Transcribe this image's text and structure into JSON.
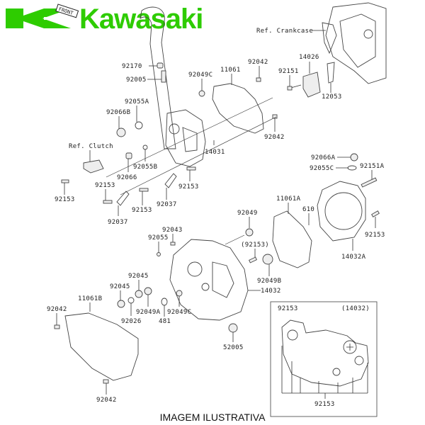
{
  "brand": {
    "name": "Kawasaki",
    "color": "#2ecc00"
  },
  "front_tag": "FRONT",
  "caption": "IMAGEM ILUSTRATIVA",
  "references": {
    "crankcase": "Ref. Crankcase",
    "clutch": "Ref. Clutch"
  },
  "inset": {
    "title": "(14032)"
  },
  "labels": {
    "p92170": "92170",
    "p92005": "92005",
    "p92049c_top": "92049C",
    "p11061": "11061",
    "p92042_top": "92042",
    "p92042_mid": "92042",
    "p92151": "92151",
    "p14026": "14026",
    "p12053": "12053",
    "p92055a": "92055A",
    "p92066b": "92066B",
    "p92055b": "92055B",
    "p92066": "92066",
    "p14031": "14031",
    "p92153_a": "92153",
    "p92153_b": "92153",
    "p92153_c": "92153",
    "p92153_d": "92153",
    "p92037_a": "92037",
    "p92037_b": "92037",
    "p92066a": "92066A",
    "p92055c": "92055C",
    "p92151a": "92151A",
    "p11061a": "11061A",
    "p610": "610",
    "p92153_e": "92153",
    "p14032a": "14032A",
    "p92049": "92049",
    "p92043": "92043",
    "p92055": "92055",
    "p92153_paren": "(92153)",
    "p92049b": "92049B",
    "p14032": "14032",
    "p92045_a": "92045",
    "p92045_b": "92045",
    "p92049a": "92049A",
    "p92049c_bot": "92049C",
    "p92026": "92026",
    "p481": "481",
    "p11061b": "11061B",
    "p92042_left": "92042",
    "p92042_bottom": "92042",
    "p52005": "52005",
    "p92153_inset_top": "92153",
    "p92153_inset_bottom": "92153"
  }
}
